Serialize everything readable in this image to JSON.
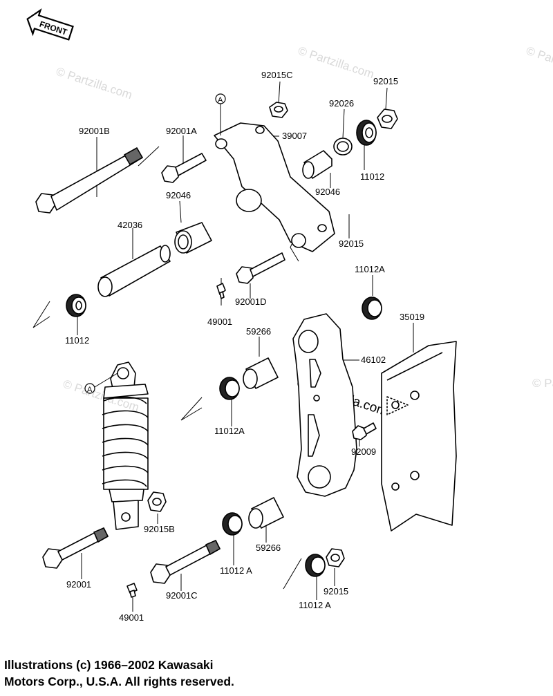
{
  "front_arrow": {
    "label": "FRONT"
  },
  "watermarks": {
    "brand": "© Partzilla.com",
    "brand_inline": "Partzilla.com"
  },
  "reference_mark": "A",
  "part_labels": [
    "92015C",
    "92015",
    "92026",
    "39007",
    "92001B",
    "92001A",
    "11012",
    "92046",
    "92046",
    "92015",
    "42036",
    "92001D",
    "11012A",
    "49001",
    "11012",
    "59266",
    "46102",
    "35019",
    "11012A",
    "92009",
    "92015B",
    "59266",
    "92001",
    "11012 A",
    "92001C",
    "92015",
    "49001",
    "11012 A"
  ],
  "copyright": {
    "line1": "Illustrations (c) 1966–2002 Kawasaki",
    "line2": "Motors Corp., U.S.A.  All rights reserved."
  }
}
